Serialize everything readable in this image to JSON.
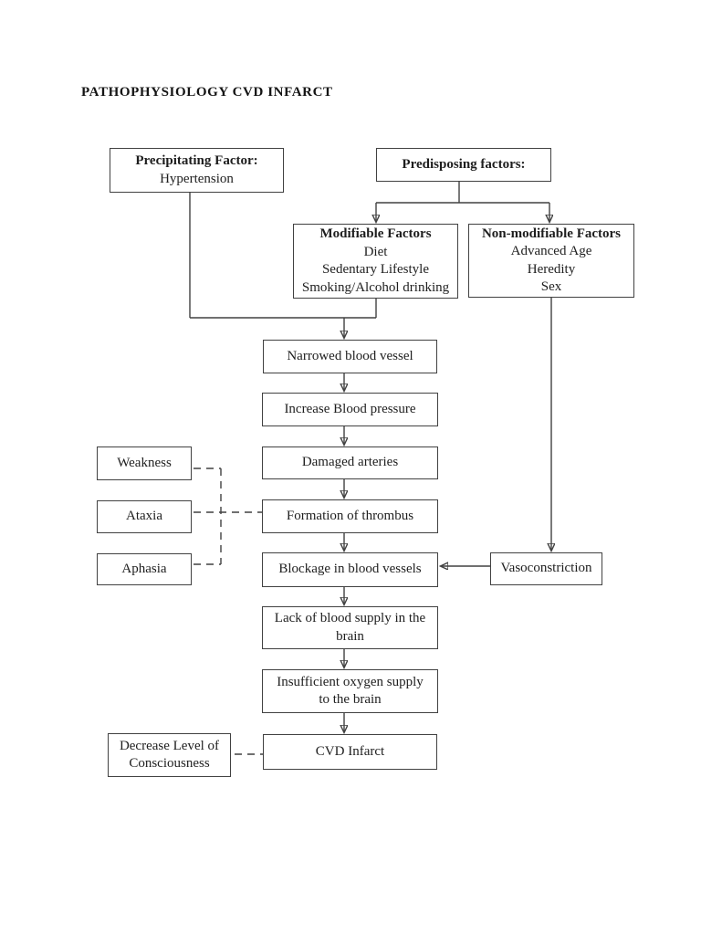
{
  "title": "PATHOPHYSIOLOGY CVD INFARCT",
  "colors": {
    "ink": "#1e1e1e",
    "line": "#414141",
    "page_background": "#ffffff"
  },
  "nodes": {
    "precipitating": {
      "heading": "Precipitating Factor:",
      "body": "Hypertension"
    },
    "predisposing": {
      "heading": "Predisposing factors:"
    },
    "modifiable": {
      "heading": "Modifiable Factors",
      "items": [
        "Diet",
        "Sedentary Lifestyle",
        "Smoking/Alcohol drinking"
      ]
    },
    "non_modifiable": {
      "heading": "Non-modifiable Factors",
      "items": [
        "Advanced Age",
        "Heredity",
        "Sex"
      ]
    },
    "narrowed": {
      "label": "Narrowed blood vessel"
    },
    "increase_bp": {
      "label": "Increase Blood pressure"
    },
    "damaged": {
      "label": "Damaged arteries"
    },
    "weakness": {
      "label": "Weakness"
    },
    "ataxia": {
      "label": "Ataxia"
    },
    "thrombus": {
      "label": "Formation of thrombus"
    },
    "aphasia": {
      "label": "Aphasia"
    },
    "blockage": {
      "label": "Blockage in blood vessels"
    },
    "vasoconstriction": {
      "label": "Vasoconstriction"
    },
    "lack_supply": {
      "lines": [
        "Lack of blood supply in the",
        "brain"
      ]
    },
    "insufficient_oxygen": {
      "lines": [
        "Insufficient oxygen supply",
        "to the brain"
      ]
    },
    "cvd_infarct": {
      "label": "CVD Infarct"
    },
    "decrease_loc": {
      "lines": [
        "Decrease Level of",
        "Consciousness"
      ]
    }
  }
}
